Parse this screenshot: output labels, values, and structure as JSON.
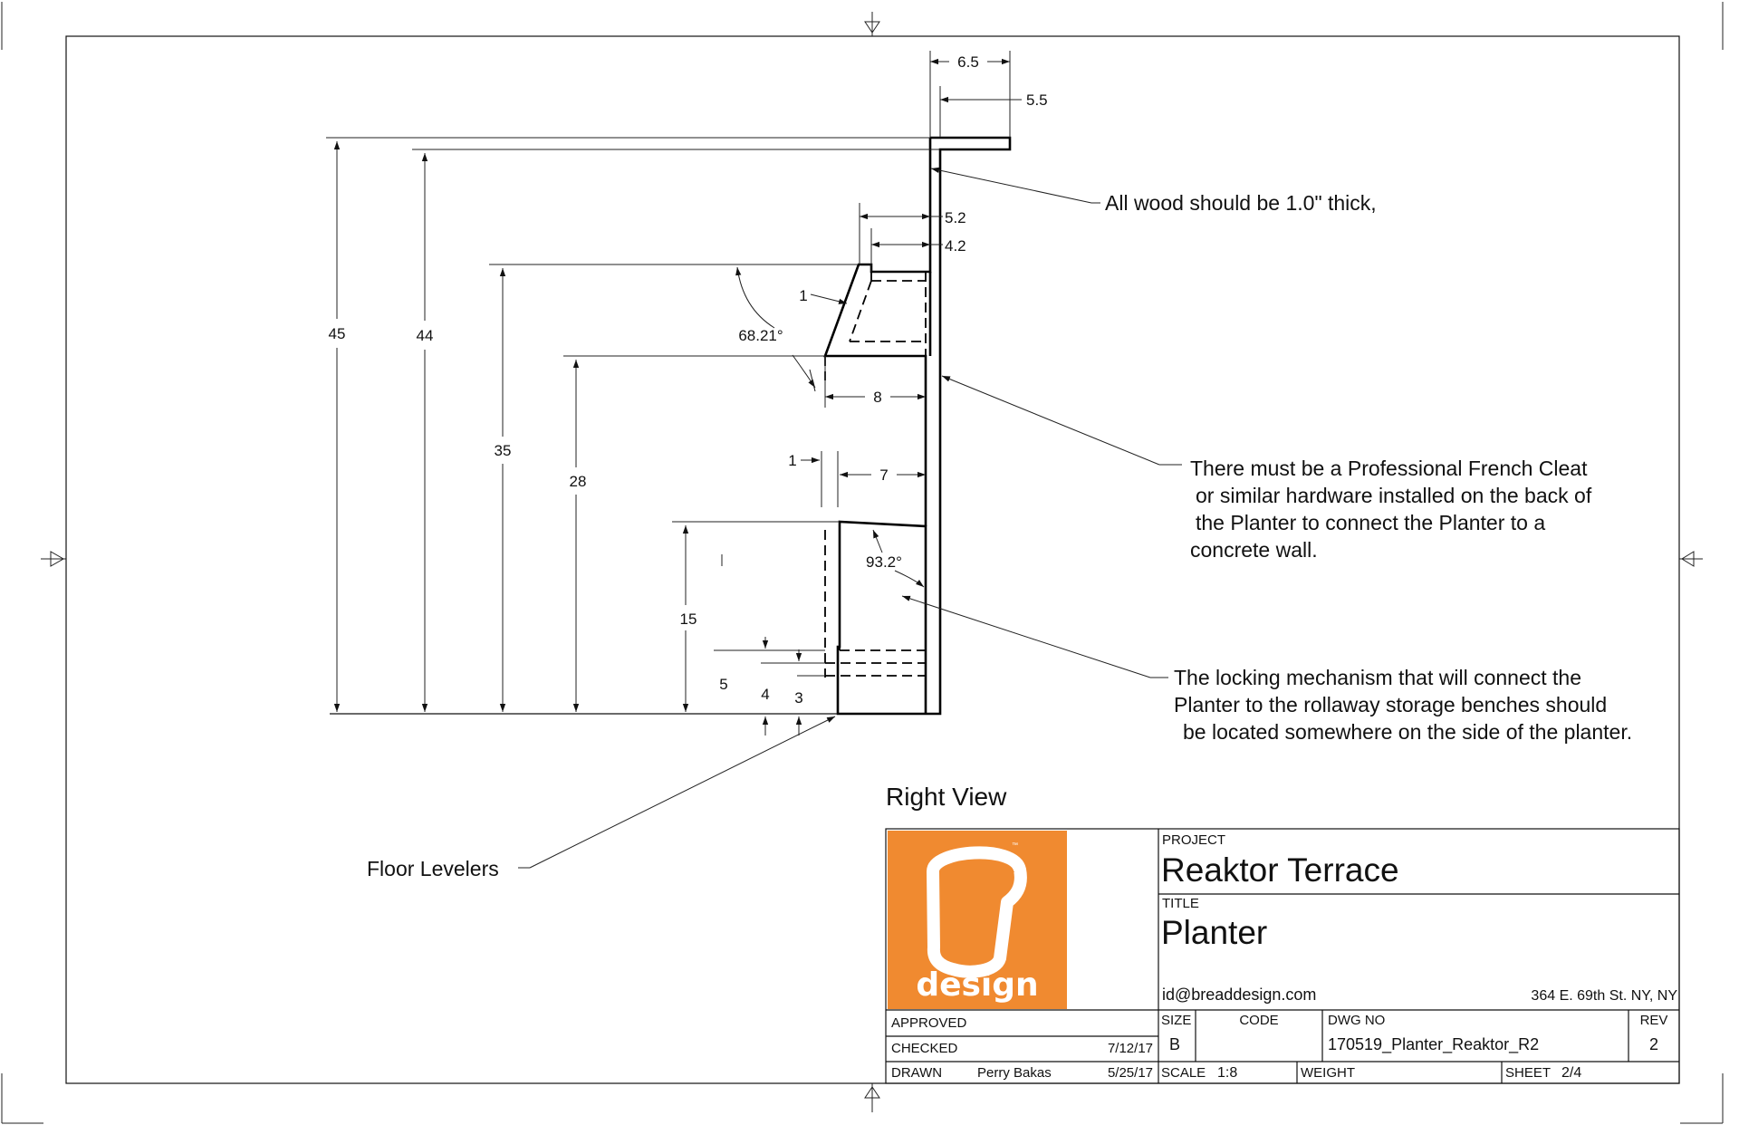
{
  "dimensions": {
    "overall_height": "45",
    "back_height": "44",
    "shelf_top_height": "35",
    "shelf_bottom_height": "28",
    "lower_top_height": "15",
    "leveler_5": "5",
    "leveler_4": "4",
    "leveler_3": "3",
    "top_depth_outer": "6.5",
    "top_depth_inner": "5.5",
    "upper_depth_outer": "5.2",
    "upper_depth_inner": "4.2",
    "shelf_depth": "8",
    "lower_thickness": "1",
    "lower_depth": "7",
    "slant_thickness": "1",
    "slant_angle": "68.21°",
    "lower_angle": "93.2°"
  },
  "notes": {
    "wood": "All wood should be 1.0\" thick,",
    "cleat": [
      "There must be a Professional French Cleat",
      "or similar hardware installed on the back of",
      "the Planter to connect the Planter to a",
      "concrete wall."
    ],
    "locking": [
      "The locking mechanism that will connect the",
      "Planter to the rollaway storage benches should",
      "be located somewhere on the side of the planter."
    ],
    "levelers": "Floor Levelers"
  },
  "view_label": "Right View",
  "title_block": {
    "logo_text": "design",
    "logo_tm": "™",
    "logo_color": "#F08A30",
    "project_label": "PROJECT",
    "project": "Reaktor Terrace",
    "title_label": "TITLE",
    "title": "Planter",
    "email": "id@breaddesign.com",
    "address": "364 E. 69th St. NY, NY",
    "approved_label": "APPROVED",
    "checked_label": "CHECKED",
    "checked_date": "7/12/17",
    "drawn_label": "DRAWN",
    "drawn_by": "Perry Bakas",
    "drawn_date": "5/25/17",
    "size_label": "SIZE",
    "size": "B",
    "code_label": "CODE",
    "dwg_no_label": "DWG NO",
    "dwg_no": "170519_Planter_Reaktor_R2",
    "rev_label": "REV",
    "rev": "2",
    "scale_label": "SCALE",
    "scale": "1:8",
    "weight_label": "WEIGHT",
    "sheet_label": "SHEET",
    "sheet": "2/4"
  }
}
